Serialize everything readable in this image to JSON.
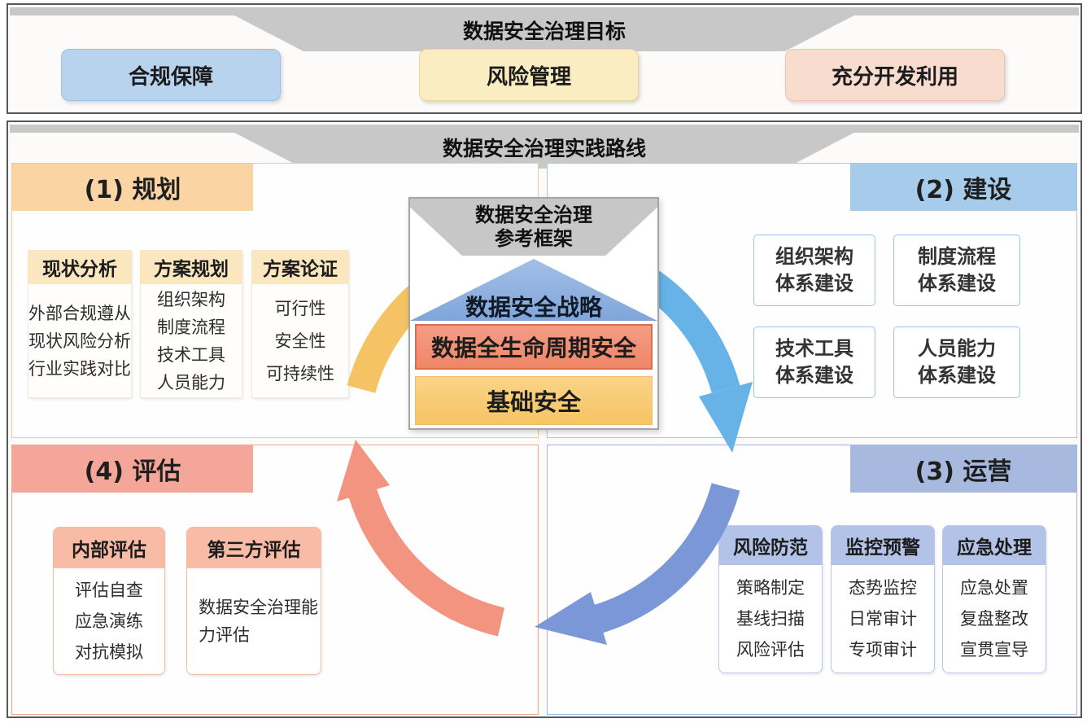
{
  "top_panel": {
    "title": "数据安全治理目标",
    "goals": [
      {
        "label": "合规保障",
        "bg": "#b7d3ee"
      },
      {
        "label": "风险管理",
        "bg": "#faedc2"
      },
      {
        "label": "充分开发利用",
        "bg": "#f8dcce"
      }
    ]
  },
  "practice_panel": {
    "title": "数据安全治理实践路线",
    "center": {
      "title_line1": "数据安全治理",
      "title_line2": "参考框架",
      "strategy": "数据安全战略",
      "lifecycle": "数据全生命周期安全",
      "foundation": "基础安全"
    },
    "quadrants": {
      "plan": {
        "label": "(1) 规划",
        "header_bg": "#fad4a2",
        "groups": [
          {
            "title": "现状分析",
            "items": [
              "外部合规遵从",
              "现状风险分析",
              "行业实践对比"
            ]
          },
          {
            "title": "方案规划",
            "items": [
              "组织架构",
              "制度流程",
              "技术工具",
              "人员能力"
            ]
          },
          {
            "title": "方案论证",
            "items": [
              "可行性",
              "安全性",
              "可持续性"
            ]
          }
        ]
      },
      "build": {
        "label": "(2) 建设",
        "header_bg": "#a7cbeb",
        "boxes": [
          {
            "line1": "组织架构",
            "line2": "体系建设"
          },
          {
            "line1": "制度流程",
            "line2": "体系建设"
          },
          {
            "line1": "技术工具",
            "line2": "体系建设"
          },
          {
            "line1": "人员能力",
            "line2": "体系建设"
          }
        ]
      },
      "operate": {
        "label": "(3) 运营",
        "header_bg": "#a8b9e0",
        "groups": [
          {
            "title": "风险防范",
            "items": [
              "策略制定",
              "基线扫描",
              "风险评估"
            ]
          },
          {
            "title": "监控预警",
            "items": [
              "态势监控",
              "日常审计",
              "专项审计"
            ]
          },
          {
            "title": "应急处理",
            "items": [
              "应急处置",
              "复盘整改",
              "宣贯宣导"
            ]
          }
        ]
      },
      "assess": {
        "label": "(4) 评估",
        "header_bg": "#f4a698",
        "groups": [
          {
            "title": "内部评估",
            "items": [
              "评估自查",
              "应急演练",
              "对抗模拟"
            ]
          },
          {
            "title": "第三方评估",
            "items": [
              "数据安全治理能力评估"
            ]
          }
        ]
      }
    },
    "arrow_colors": {
      "gold": "#f5c363",
      "sky_blue": "#67b3e7",
      "periwinkle": "#7b97d8",
      "salmon": "#f29480"
    }
  }
}
